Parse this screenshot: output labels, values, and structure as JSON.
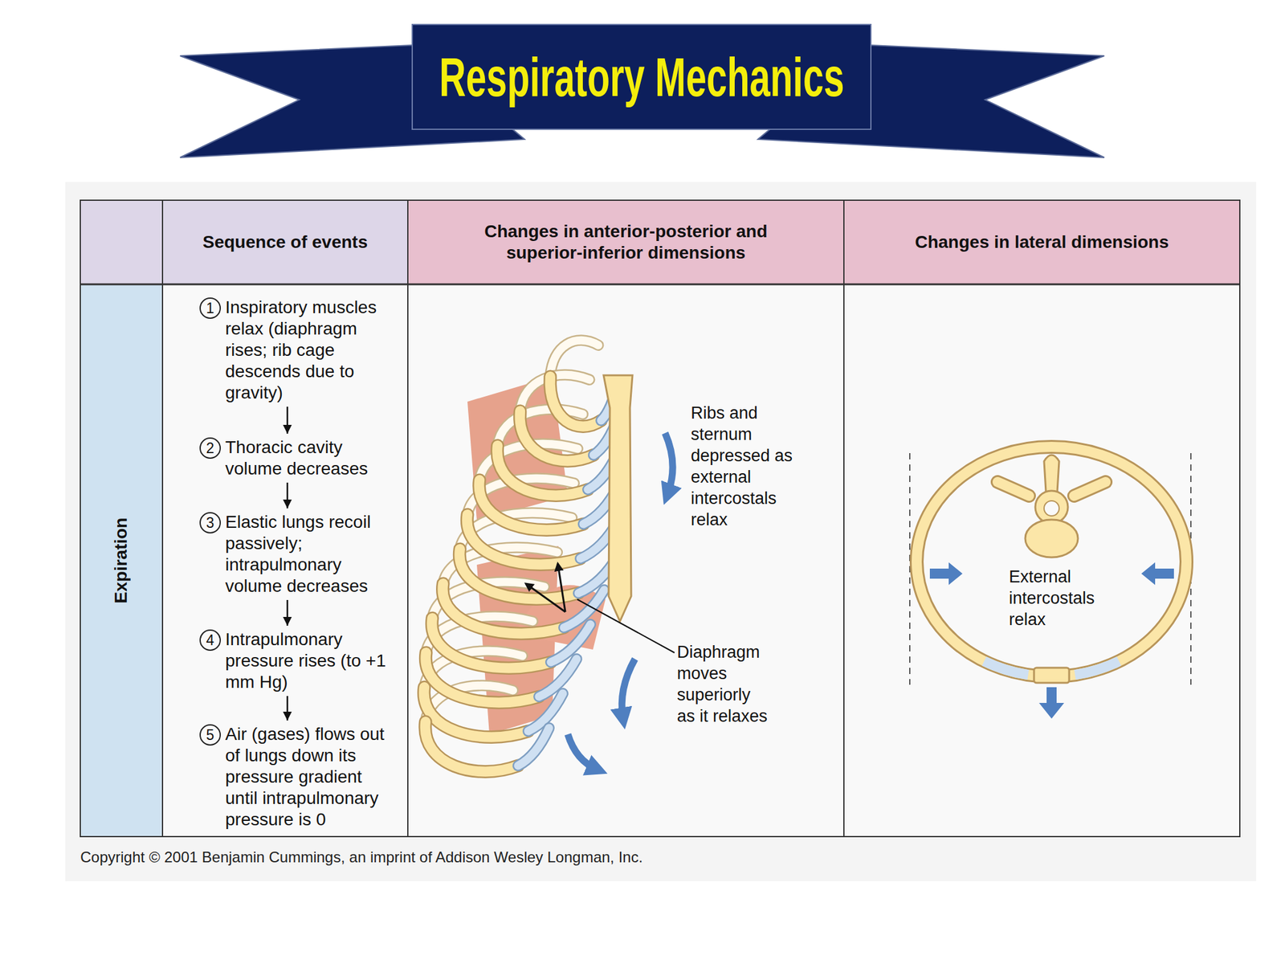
{
  "diagram": {
    "title": "Respiratory Mechanics",
    "caption": "Copyright © 2001 Benjamin Cummings, an imprint of Addison Wesley Longman, Inc.",
    "nodes": [
      {
        "text": [
          "1",
          "Inspiratory muscles relax (diaphragm rises; rib cage descends due to gravity)"
        ]
      },
      {
        "text": [
          "2",
          "Thoracic cavity volume decreases"
        ]
      },
      {
        "text": [
          "3",
          "Elastic lungs recoil passively; intrapulmonary volume decreases"
        ]
      },
      {
        "text": [
          "4",
          "Intrapulmonary pressure rises (to +1 mm Hg)"
        ]
      },
      {
        "text": [
          "5",
          "Air (gases) flows out of lungs down its pressure gradient until intrapulmonary pressure is 0"
        ]
      }
    ],
    "edges": [
      {
        "from": 0,
        "to": 1,
        "arrow": "to"
      },
      {
        "from": 1,
        "to": 2,
        "arrow": "to"
      },
      {
        "from": 2,
        "to": 3,
        "arrow": "to"
      },
      {
        "from": 3,
        "to": 4,
        "arrow": "to"
      }
    ],
    "labels": [
      "Sequence of events",
      "Changes in anterior-posterior and superior-inferior dimensions",
      "Changes in lateral dimensions",
      "Expiration",
      "Ribs and sternum depressed as external intercostals relax",
      "Diaphragm moves superiorly as it relaxes",
      "External intercostals relax"
    ]
  }
}
